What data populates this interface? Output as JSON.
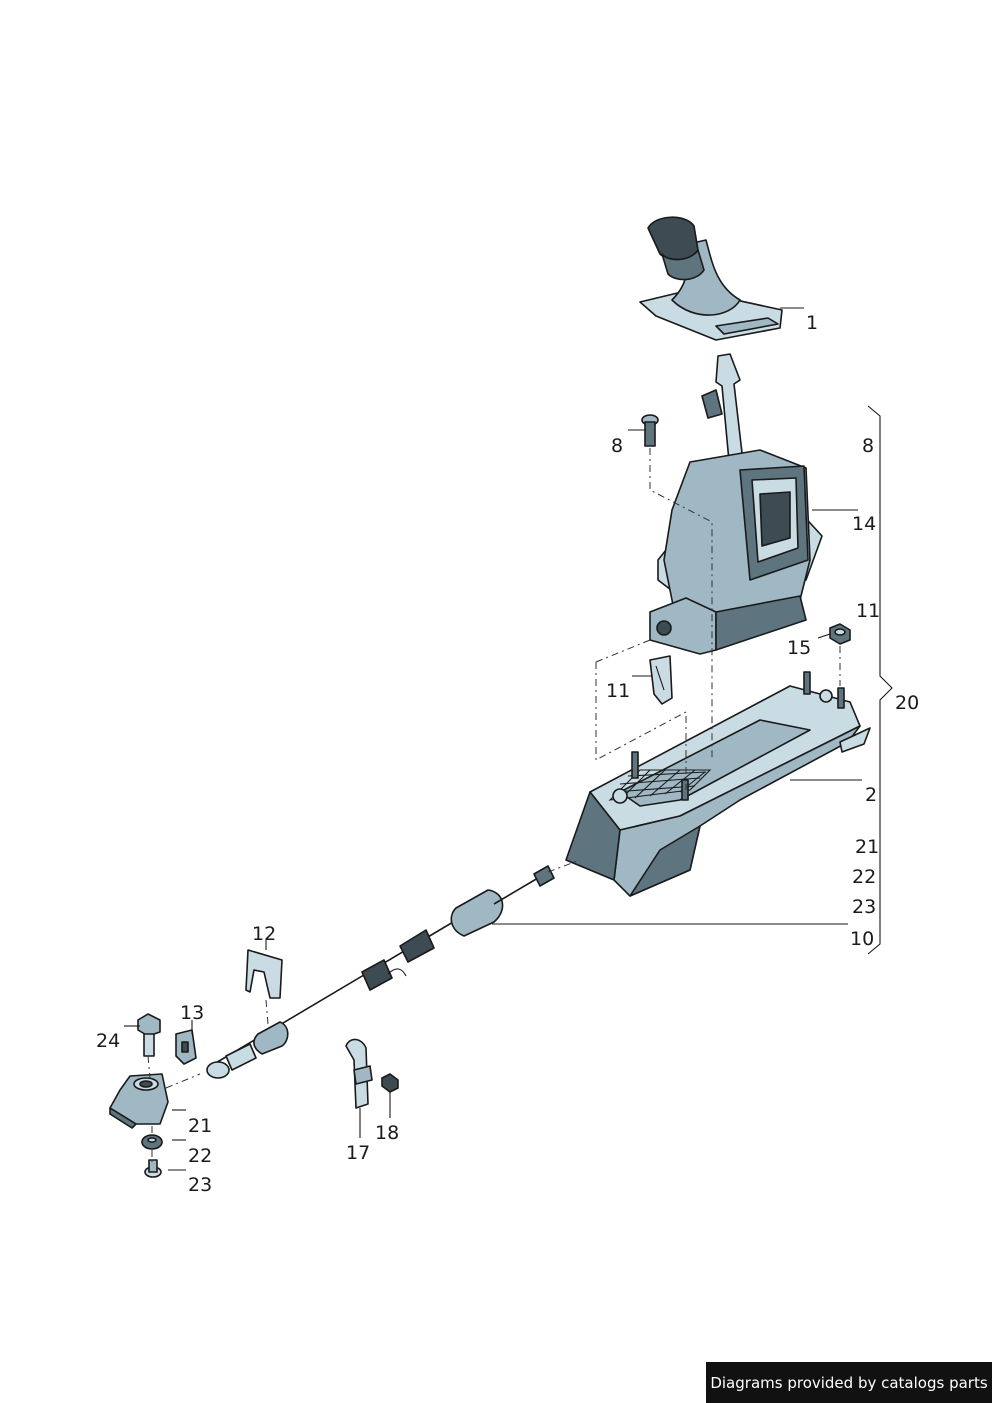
{
  "callouts": [
    {
      "id": "1",
      "label": "1"
    },
    {
      "id": "8a",
      "label": "8"
    },
    {
      "id": "8b",
      "label": "8"
    },
    {
      "id": "14",
      "label": "14"
    },
    {
      "id": "11a",
      "label": "11"
    },
    {
      "id": "15",
      "label": "15"
    },
    {
      "id": "11b",
      "label": "11"
    },
    {
      "id": "20",
      "label": "20"
    },
    {
      "id": "2",
      "label": "2"
    },
    {
      "id": "21a",
      "label": "21"
    },
    {
      "id": "22a",
      "label": "22"
    },
    {
      "id": "23a",
      "label": "23"
    },
    {
      "id": "10",
      "label": "10"
    },
    {
      "id": "12",
      "label": "12"
    },
    {
      "id": "13",
      "label": "13"
    },
    {
      "id": "24",
      "label": "24"
    },
    {
      "id": "21b",
      "label": "21"
    },
    {
      "id": "22b",
      "label": "22"
    },
    {
      "id": "23b",
      "label": "23"
    },
    {
      "id": "17",
      "label": "17"
    },
    {
      "id": "18",
      "label": "18"
    }
  ],
  "footer": {
    "text": "Diagrams provided by catalogs parts"
  }
}
